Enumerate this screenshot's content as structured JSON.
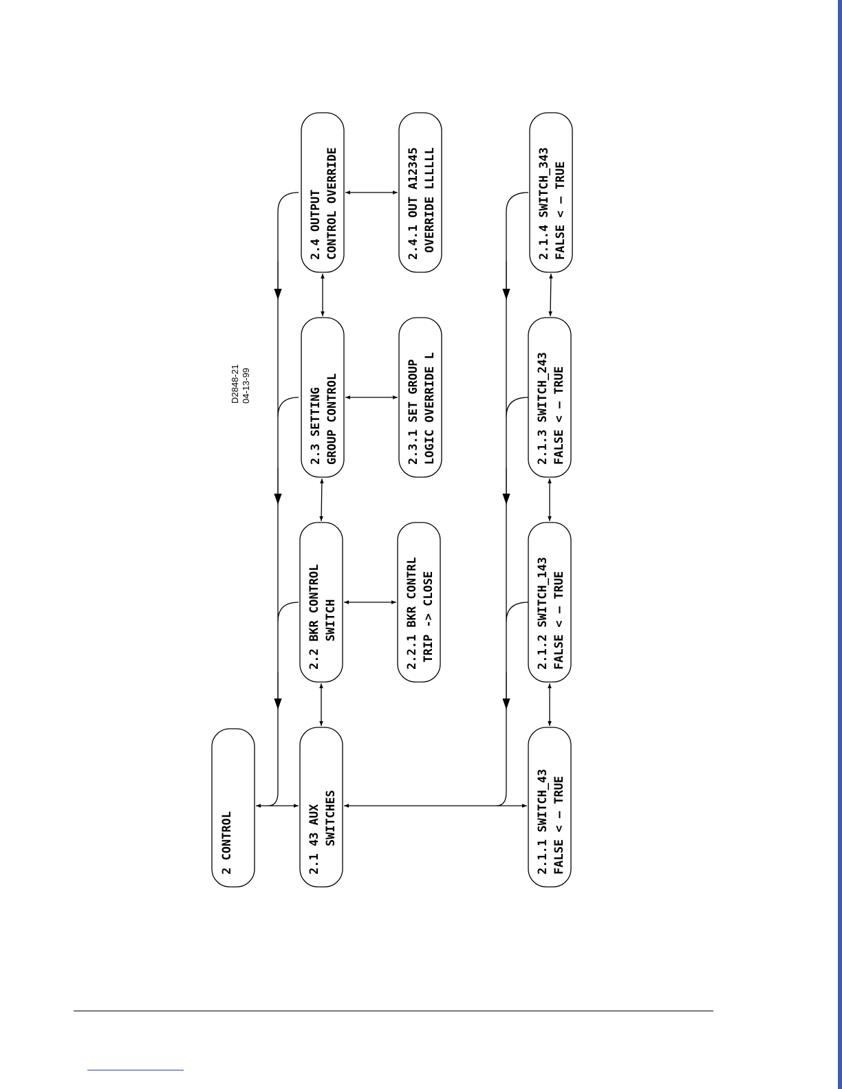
{
  "document": {
    "drawing_number": "D2848-21",
    "drawing_date": "04-13-99"
  },
  "menu": {
    "root": {
      "line1": "2 CONTROL",
      "line2": ""
    },
    "top_row": [
      {
        "line1": "2.1 43 AUX",
        "line2": "    SWITCHES"
      },
      {
        "line1": "2.2 BKR CONTROL",
        "line2": "    SWITCH"
      },
      {
        "line1": "2.3 SETTING",
        "line2": "GROUP CONTROL"
      },
      {
        "line1": "2.4 OUTPUT",
        "line2": "CONTROL OVERRIDE"
      }
    ],
    "sub_row": [
      {
        "line1": "2.2.1 BKR CONTRL",
        "line2": " TRIP -> CLOSE"
      },
      {
        "line1": "2.3.1 SET GROUP",
        "line2": "LOGIC OVERRIDE L"
      },
      {
        "line1": "2.4.1 OUT A12345",
        "line2": " OVERRIDE LLLLLL"
      }
    ],
    "switch_row": [
      {
        "line1": "2.1.1 SWITCH_43",
        "line2": "FALSE < — TRUE"
      },
      {
        "line1": "2.1.2 SWITCH_143",
        "line2": "FALSE < — TRUE"
      },
      {
        "line1": "2.1.3 SWITCH_243",
        "line2": "FALSE < — TRUE"
      },
      {
        "line1": "2.1.4 SWITCH_343",
        "line2": "FALSE < — TRUE"
      }
    ]
  }
}
